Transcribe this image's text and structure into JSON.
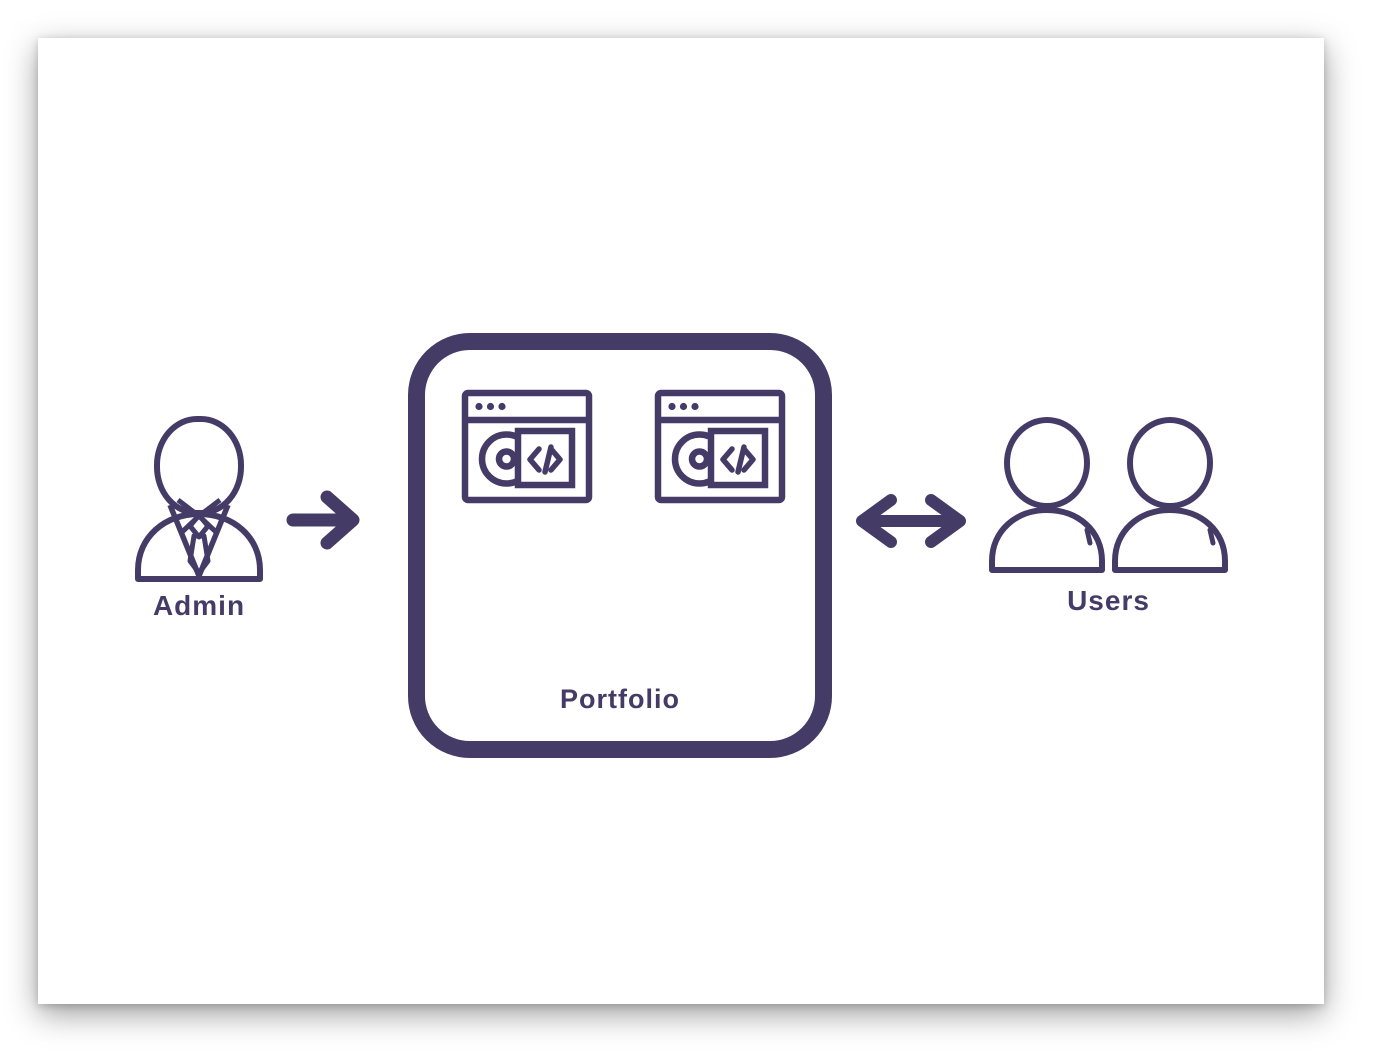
{
  "canvas": {
    "paper_color": "#ffffff",
    "ink_color": "#443c66"
  },
  "diagram": {
    "admin": {
      "label": "Admin",
      "icon": "business-person-icon"
    },
    "portfolio": {
      "label": "Portfolio",
      "icon": "code-window-icon",
      "window_count": 2
    },
    "users": {
      "label": "Users",
      "icon": "person-icon",
      "person_count": 2
    },
    "connections": [
      {
        "from": "Admin",
        "to": "Portfolio",
        "type": "arrow-right"
      },
      {
        "from": "Portfolio",
        "to": "Users",
        "type": "arrow-bidirectional"
      }
    ]
  }
}
